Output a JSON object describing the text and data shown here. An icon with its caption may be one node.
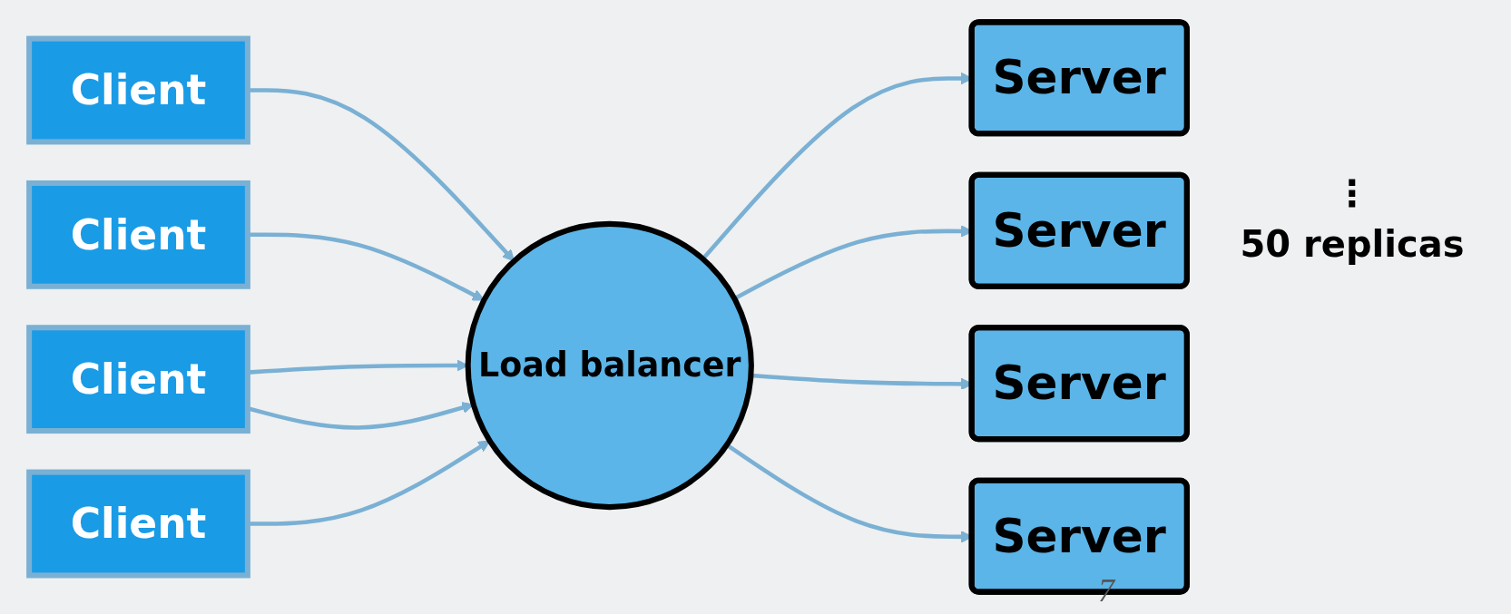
{
  "diagram": {
    "nodes": [
      {
        "text": [
          "Client"
        ]
      },
      {
        "text": [
          "Client"
        ]
      },
      {
        "text": [
          "Client"
        ]
      },
      {
        "text": [
          "Client"
        ]
      },
      {
        "text": [
          "Load balancer"
        ]
      },
      {
        "text": [
          "Server"
        ]
      },
      {
        "text": [
          "Server"
        ]
      },
      {
        "text": [
          "Server"
        ]
      },
      {
        "text": [
          "Server"
        ]
      }
    ],
    "edges": [
      {
        "from": 0,
        "to": 4,
        "arrow": "to"
      },
      {
        "from": 1,
        "to": 4,
        "arrow": "to"
      },
      {
        "from": 2,
        "to": 4,
        "arrow": "to"
      },
      {
        "from": 2,
        "to": 4,
        "arrow": "to"
      },
      {
        "from": 3,
        "to": 4,
        "arrow": "to"
      },
      {
        "from": 4,
        "to": 5,
        "arrow": "to"
      },
      {
        "from": 4,
        "to": 6,
        "arrow": "to"
      },
      {
        "from": 4,
        "to": 7,
        "arrow": "to"
      },
      {
        "from": 4,
        "to": 8,
        "arrow": "to"
      }
    ],
    "labels": [
      "⋮",
      "50 replicas",
      "7"
    ]
  }
}
